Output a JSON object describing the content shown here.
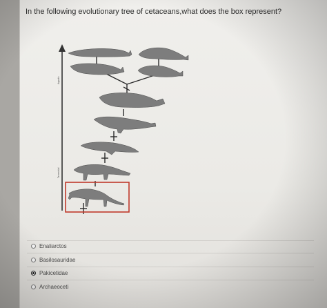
{
  "question": {
    "text": "In the following evolutionary tree of cetaceans,what does the box represent?"
  },
  "figure": {
    "axis_label_top": "Aquatic",
    "axis_label_bottom": "Terrestrial",
    "highlight_color": "#c0392b"
  },
  "options": [
    {
      "label": "Enaliarctos",
      "selected": false
    },
    {
      "label": "Basilosauridae",
      "selected": false
    },
    {
      "label": "Pakicetidae",
      "selected": true
    },
    {
      "label": "Archaeoceti",
      "selected": false
    }
  ]
}
